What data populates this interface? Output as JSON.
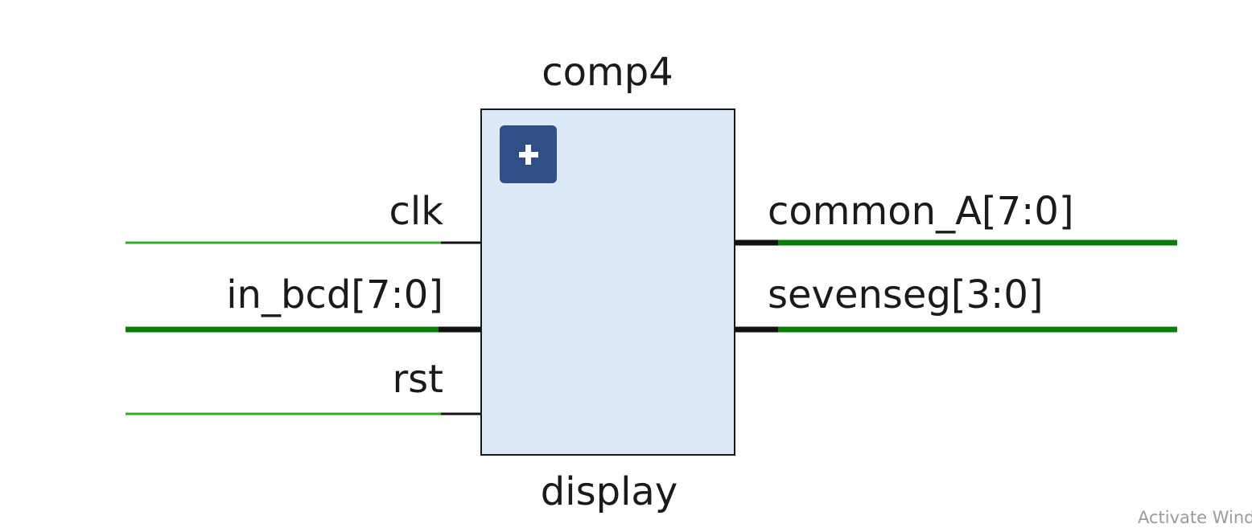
{
  "instance": {
    "name": "comp4",
    "cell": "display",
    "expand_icon": "plus-icon"
  },
  "inputs": [
    {
      "label": "clk",
      "bus": false
    },
    {
      "label": "in_bcd[7:0]",
      "bus": true
    },
    {
      "label": "rst",
      "bus": false
    }
  ],
  "outputs": [
    {
      "label": "common_A[7:0]",
      "bus": true
    },
    {
      "label": "sevenseg[3:0]",
      "bus": true
    }
  ],
  "colors": {
    "block_fill": "#dde8f7",
    "block_border": "#1a1a1a",
    "net": "#2eae1e",
    "bus_net": "#0a7d0a",
    "pin": "#111111",
    "expand_button": "#2f4f86"
  },
  "watermark": "Activate Windows"
}
